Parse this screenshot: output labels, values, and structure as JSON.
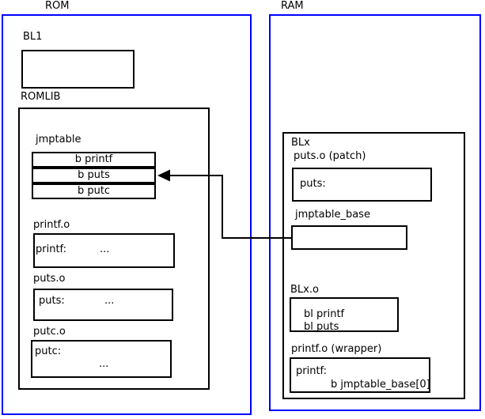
{
  "colors": {
    "frame_blue": "#0000ff",
    "line_black": "#000000",
    "background": "#ffffff"
  },
  "rom": {
    "label": "ROM",
    "bl1": {
      "label": "BL1"
    },
    "romlib": {
      "label": "ROMLIB",
      "jmptable": {
        "label": "jmptable",
        "rows": [
          "b printf",
          "b puts",
          "b putc"
        ]
      },
      "printf_o": {
        "label": "printf.o",
        "entry": "printf:",
        "body": "..."
      },
      "puts_o": {
        "label": "puts.o",
        "entry": "puts:",
        "body": "..."
      },
      "putc_o": {
        "label": "putc.o",
        "entry": "putc:",
        "body": "..."
      }
    }
  },
  "ram": {
    "label": "RAM",
    "blx": {
      "label": "BLx",
      "puts_patch": {
        "label": "puts.o (patch)",
        "entry": "puts:"
      },
      "jmptable_base": {
        "label": "jmptable_base"
      },
      "blx_o": {
        "label": "BLx.o",
        "lines": [
          "bl printf",
          "bl puts"
        ]
      },
      "printf_wrapper": {
        "label": "printf.o (wrapper)",
        "entry": "printf:",
        "body": "b jmptable_base[0]"
      }
    }
  }
}
